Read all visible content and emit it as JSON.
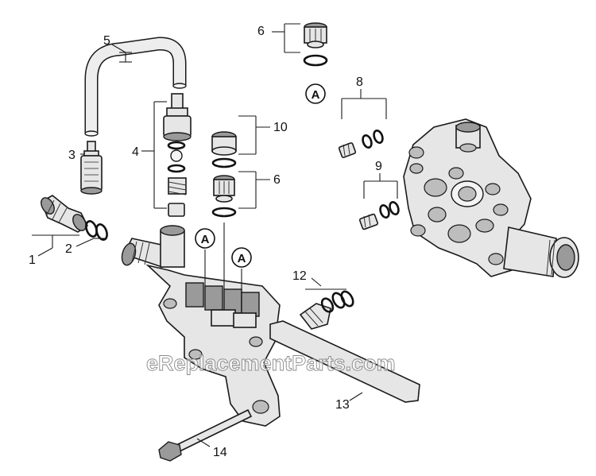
{
  "watermark": "eReplacementParts.com",
  "circle_marker": "A",
  "callouts": {
    "c1": "1",
    "c2": "2",
    "c3": "3",
    "c4": "4",
    "c5": "5",
    "c6a": "6",
    "c6b": "6",
    "c8": "8",
    "c9": "9",
    "c10": "10",
    "c12": "12",
    "c13": "13",
    "c14": "14"
  }
}
